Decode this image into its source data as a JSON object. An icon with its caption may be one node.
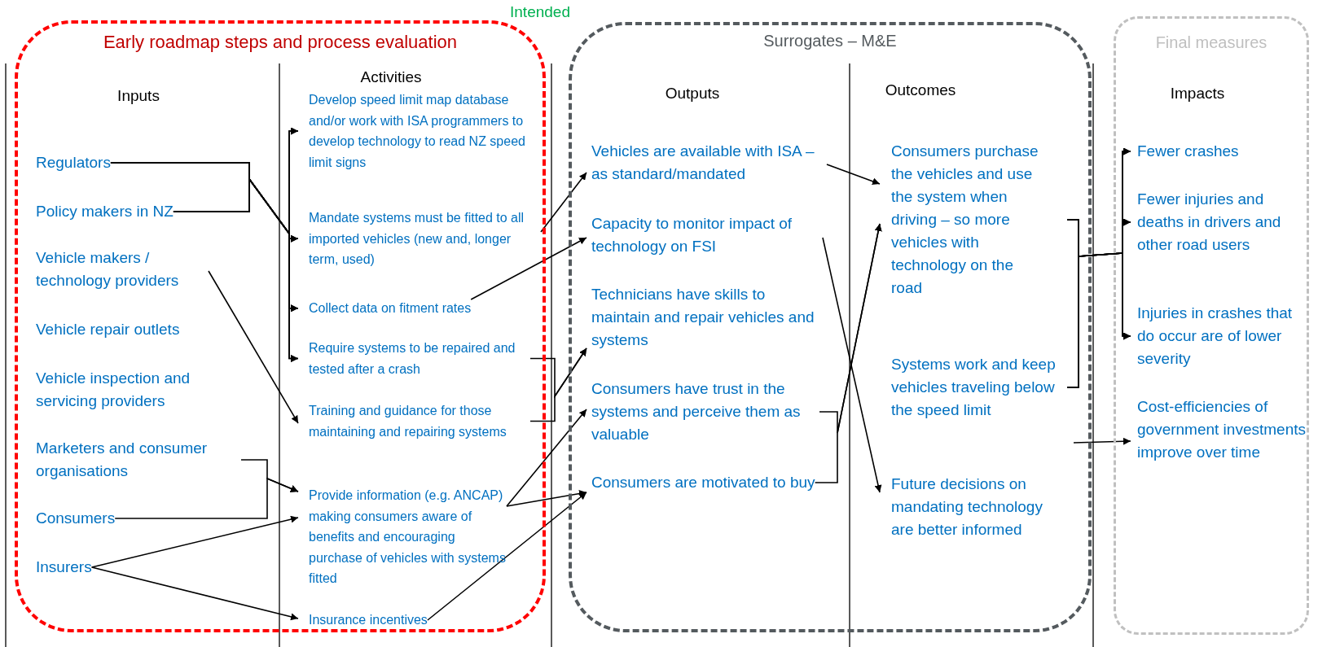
{
  "diagram": {
    "nodes": [
      {
        "text": [
          "Early roadmap steps and process evaluation"
        ]
      },
      {
        "text": [
          "Regulators"
        ],
        "in": 0
      },
      {
        "text": [
          "Policy makers in NZ"
        ],
        "in": 0
      },
      {
        "text": [
          "Vehicle makers / technology providers"
        ],
        "in": 0
      },
      {
        "text": [
          "Vehicle repair outlets"
        ],
        "in": 0
      },
      {
        "text": [
          "Vehicle inspection and servicing providers"
        ],
        "in": 0
      },
      {
        "text": [
          "Marketers and consumer organisations"
        ],
        "in": 0
      },
      {
        "text": [
          "Consumers"
        ],
        "in": 0
      },
      {
        "text": [
          "Insurers"
        ],
        "in": 0
      },
      {
        "text": [
          "Develop speed limit map database and/or work with ISA programmers to develop technology to read NZ speed limit signs"
        ],
        "in": 0
      },
      {
        "text": [
          "Mandate systems must be fitted to all imported vehicles (new and, longer term, used)"
        ],
        "in": 0
      },
      {
        "text": [
          "Collect data on fitment rates"
        ],
        "in": 0
      },
      {
        "text": [
          "Require systems to be repaired and tested after a crash"
        ],
        "in": 0
      },
      {
        "text": [
          "Training and guidance for those maintaining and repairing systems"
        ],
        "in": 0
      },
      {
        "text": [
          "Provide information (e.g. ANCAP) making consumers aware of benefits and encouraging purchase of vehicles with systems fitted"
        ],
        "in": 0
      },
      {
        "text": [
          "Insurance incentives"
        ],
        "in": 0
      },
      {
        "text": [
          "Surrogates – M&E"
        ]
      },
      {
        "text": [
          "Vehicles are available with ISA – as standard/mandated"
        ],
        "in": 16
      },
      {
        "text": [
          "Capacity to monitor impact of technology on FSI"
        ],
        "in": 16
      },
      {
        "text": [
          "Technicians have skills to maintain and repair vehicles and systems"
        ],
        "in": 16
      },
      {
        "text": [
          "Consumers have trust in the systems and perceive them as valuable"
        ],
        "in": 16
      },
      {
        "text": [
          "Consumers are motivated to buy"
        ],
        "in": 16
      },
      {
        "text": [
          "Consumers purchase the vehicles and use the system when driving – so more vehicles with technology on the road"
        ],
        "in": 16
      },
      {
        "text": [
          "Systems work and keep vehicles traveling below the speed limit"
        ],
        "in": 16
      },
      {
        "text": [
          "Future decisions on mandating technology are better informed"
        ],
        "in": 16
      },
      {
        "text": [
          "Final measures"
        ]
      },
      {
        "text": [
          "Fewer crashes"
        ],
        "in": 25
      },
      {
        "text": [
          "Fewer injuries and deaths in drivers and other road users"
        ],
        "in": 25
      },
      {
        "text": [
          "Injuries in crashes that do occur are of lower severity"
        ],
        "in": 25
      },
      {
        "text": [
          "Cost-efficiencies of government investments improve over time"
        ],
        "in": 25
      }
    ],
    "edges": [
      {
        "from": 1,
        "to": 9,
        "arrow": "to"
      },
      {
        "from": 1,
        "to": 10,
        "arrow": "to"
      },
      {
        "from": 1,
        "to": 11,
        "arrow": "to"
      },
      {
        "from": 1,
        "to": 12,
        "arrow": "to"
      },
      {
        "from": 2,
        "to": 9,
        "arrow": "to"
      },
      {
        "from": 2,
        "to": 10,
        "arrow": "to"
      },
      {
        "from": 2,
        "to": 11,
        "arrow": "to"
      },
      {
        "from": 2,
        "to": 12,
        "arrow": "to"
      },
      {
        "from": 3,
        "to": 13,
        "arrow": "to"
      },
      {
        "from": 6,
        "to": 14,
        "arrow": "to"
      },
      {
        "from": 7,
        "to": 14,
        "arrow": "to"
      },
      {
        "from": 8,
        "to": 14,
        "arrow": "to"
      },
      {
        "from": 8,
        "to": 15,
        "arrow": "to"
      },
      {
        "from": 10,
        "to": 17,
        "arrow": "to"
      },
      {
        "from": 11,
        "to": 18,
        "arrow": "to"
      },
      {
        "from": 12,
        "to": 19,
        "arrow": "to"
      },
      {
        "from": 13,
        "to": 19,
        "arrow": "to"
      },
      {
        "from": 14,
        "to": 20,
        "arrow": "to"
      },
      {
        "from": 14,
        "to": 21,
        "arrow": "to"
      },
      {
        "from": 15,
        "to": 21,
        "arrow": "to"
      },
      {
        "from": 17,
        "to": 22,
        "arrow": "to"
      },
      {
        "from": 18,
        "to": 24,
        "arrow": "to"
      },
      {
        "from": 20,
        "to": 22,
        "arrow": "to"
      },
      {
        "from": 21,
        "to": 22,
        "arrow": "to"
      },
      {
        "from": 22,
        "to": 26,
        "arrow": "to"
      },
      {
        "from": 22,
        "to": 27,
        "arrow": "to"
      },
      {
        "from": 22,
        "to": 28,
        "arrow": "to"
      },
      {
        "from": 23,
        "to": 26,
        "arrow": "to"
      },
      {
        "from": 23,
        "to": 27,
        "arrow": "to"
      },
      {
        "from": 23,
        "to": 28,
        "arrow": "to"
      },
      {
        "from": null,
        "to": 29,
        "arrow": "to"
      }
    ],
    "labels": [
      "Intended",
      "Inputs",
      "Activities",
      "Outputs",
      "Outcomes",
      "Impacts"
    ]
  }
}
